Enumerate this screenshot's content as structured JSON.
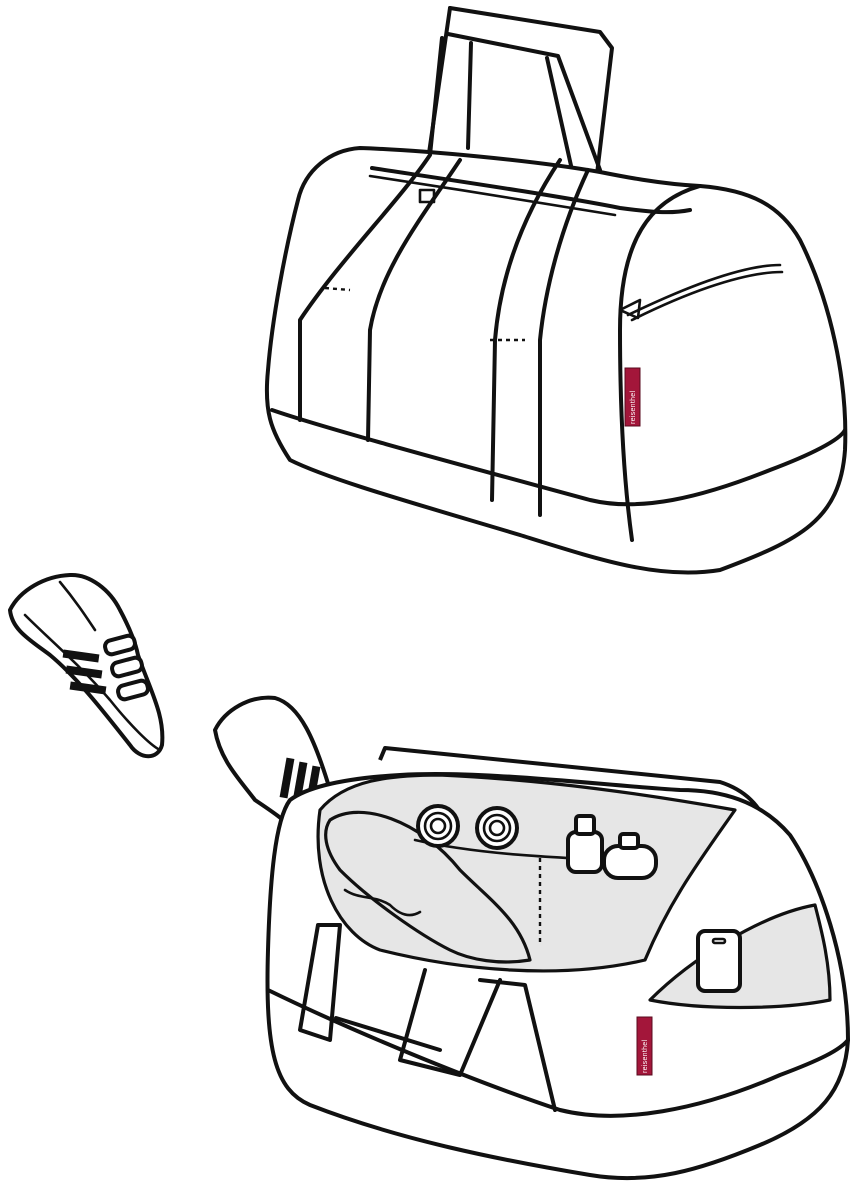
{
  "illustration": {
    "subject": "duffel bag, closed and open, with sneakers",
    "brand_tag_text": "reisenthel",
    "brand_tag_color": "#a3163a",
    "line_color": "#111111",
    "interior_fill": "#e6e6e6",
    "background": "#ffffff"
  },
  "closed_bag": {
    "tag": {
      "label": "reisenthel"
    }
  },
  "open_bag": {
    "tag": {
      "label": "reisenthel"
    },
    "contents": [
      "rolled towel",
      "rolled towel",
      "bottle",
      "bottle",
      "clothing",
      "smartphone"
    ]
  },
  "shoes": [
    "sneaker with three stripes and velcro straps",
    "sneaker sticking out of bag"
  ]
}
